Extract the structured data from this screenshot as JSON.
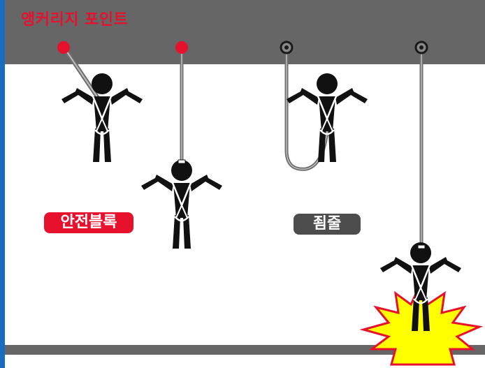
{
  "title": "앵커리지 포인트",
  "labels": {
    "safety_block": "안전블록",
    "lanyard": "죔줄"
  },
  "colors": {
    "ceiling": "#666666",
    "frame": "#1a6cc0",
    "anchor_red": "#e8112d",
    "title_red": "#e8112d",
    "pill_red": "#e8112d",
    "pill_gray": "#4d4d4d",
    "burst_fill": "#ffff00",
    "burst_stroke": "#e8112d",
    "figure": "#111111",
    "rope": "#6e6e6e"
  },
  "icons": [
    "anchor-point-red",
    "anchor-ring",
    "person-harness-icon",
    "impact-burst-icon"
  ]
}
